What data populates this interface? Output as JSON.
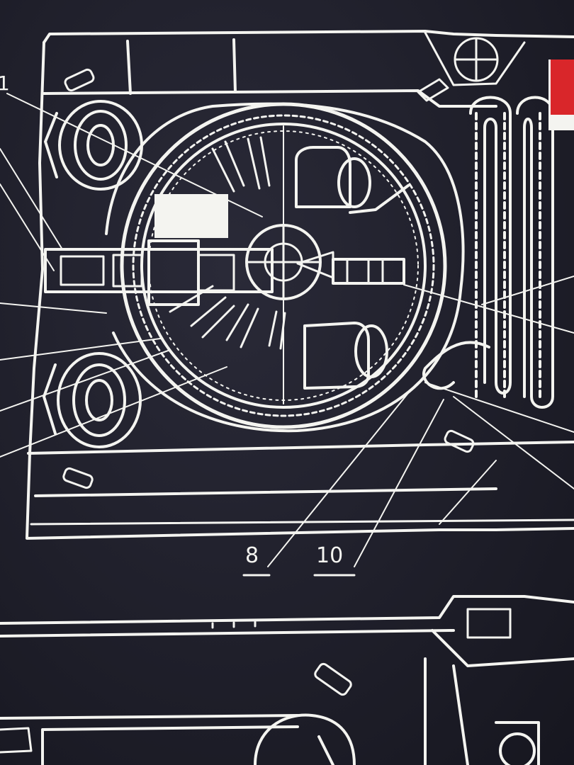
{
  "callouts": {
    "label_1": "1",
    "label_8": "8",
    "label_10": "10"
  },
  "colors": {
    "background": "#1f1f2b",
    "linework": "#f4f4f0",
    "badge": "#d9262a"
  }
}
